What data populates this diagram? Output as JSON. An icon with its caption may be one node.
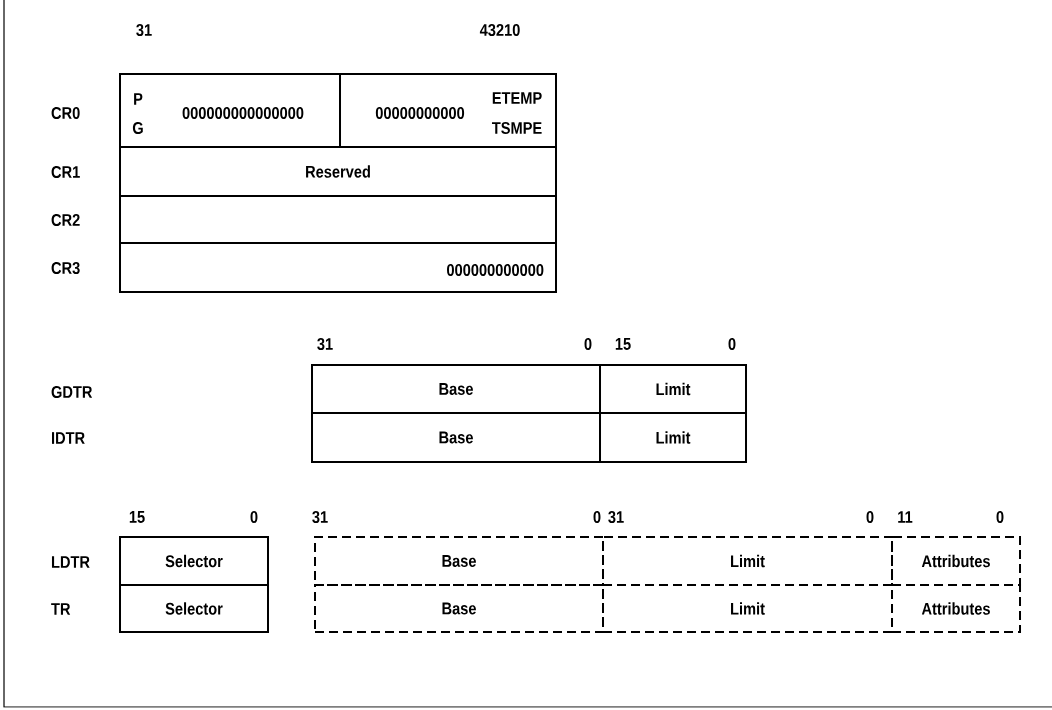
{
  "diagram": {
    "nodes": [
      {
        "text": [
          "P",
          "G",
          "000000000000000"
        ]
      },
      {
        "text": [
          "00000000000",
          "ETEMP",
          "TSMPE"
        ]
      },
      {
        "text": [
          "Reserved"
        ]
      },
      {
        "text": [],
        "shape": "box"
      },
      {
        "text": [
          "000000000000"
        ]
      },
      {
        "text": [
          "Base"
        ]
      },
      {
        "text": [
          "Limit"
        ]
      },
      {
        "text": [
          "Base"
        ]
      },
      {
        "text": [
          "Limit"
        ]
      },
      {
        "text": [
          "Selector"
        ]
      },
      {
        "text": [
          "Selector"
        ]
      },
      {
        "text": [
          "Base"
        ]
      },
      {
        "text": [
          "Limit"
        ]
      },
      {
        "text": [
          "Attributes"
        ]
      },
      {
        "text": [
          "Base"
        ]
      },
      {
        "text": [
          "Limit"
        ]
      },
      {
        "text": [
          "Attributes"
        ]
      }
    ],
    "labels": [
      "31",
      "43210",
      "CR0",
      "CR1",
      "CR2",
      "CR3",
      "31",
      "0",
      "15",
      "0",
      "GDTR",
      "IDTR",
      "15",
      "0",
      "31",
      "0",
      "31",
      "0",
      "11",
      "0",
      "LDTR",
      "TR"
    ]
  }
}
